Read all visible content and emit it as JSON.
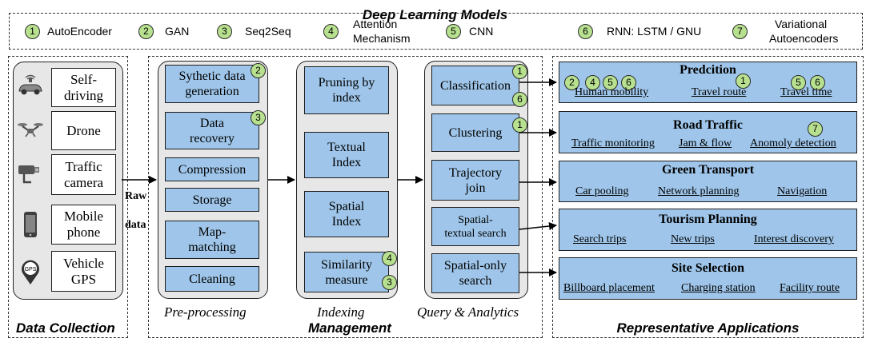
{
  "legend": {
    "title": "Deep Learning Models",
    "items": [
      {
        "num": "1",
        "label": "AutoEncoder"
      },
      {
        "num": "2",
        "label": "GAN"
      },
      {
        "num": "3",
        "label": "Seq2Seq"
      },
      {
        "num": "4",
        "label": "Attention Mechanism",
        "line1": "Attention",
        "line2": "Mechanism"
      },
      {
        "num": "5",
        "label": "CNN"
      },
      {
        "num": "6",
        "label": "RNN: LSTM / GNU"
      },
      {
        "num": "7",
        "label": "Variational Autoencoders",
        "line1": "Variational",
        "line2": "Autoencoders"
      }
    ]
  },
  "data_collection": {
    "caption": "Data Collection",
    "sources": [
      {
        "line1": "Self-",
        "line2": "driving",
        "icon": "self-driving-car-icon"
      },
      {
        "line1": "Drone",
        "line2": "",
        "icon": "drone-icon"
      },
      {
        "line1": "Traffic",
        "line2": "camera",
        "icon": "traffic-camera-icon"
      },
      {
        "line1": "Mobile",
        "line2": "phone",
        "icon": "mobile-phone-icon"
      },
      {
        "line1": "Vehicle",
        "line2": "GPS",
        "icon": "gps-pin-icon"
      }
    ],
    "gps_icon_text": "GPS",
    "raw_label_1": "Raw",
    "raw_label_2": "data"
  },
  "preprocessing": {
    "caption": "Pre-processing",
    "steps": [
      {
        "line1": "Sythetic data",
        "line2": "generation",
        "badges": [
          "2"
        ]
      },
      {
        "line1": "Data",
        "line2": "recovery",
        "badges": [
          "3"
        ]
      },
      {
        "line1": "Compression",
        "line2": "",
        "badges": []
      },
      {
        "line1": "Storage",
        "line2": "",
        "badges": []
      },
      {
        "line1": "Map-",
        "line2": "matching",
        "badges": []
      },
      {
        "line1": "Cleaning",
        "line2": "",
        "badges": []
      }
    ]
  },
  "indexing": {
    "caption_1": "Indexing",
    "caption_2": "Management",
    "steps": [
      {
        "line1": "Pruning by",
        "line2": "index",
        "badges": []
      },
      {
        "line1": "Textual",
        "line2": "Index",
        "badges": []
      },
      {
        "line1": "Spatial",
        "line2": "Index",
        "badges": []
      },
      {
        "line1": "Similarity",
        "line2": "measure",
        "badges": [
          "4",
          "3"
        ]
      }
    ]
  },
  "query": {
    "caption": "Query & Analytics",
    "steps": [
      {
        "line1": "Classification",
        "line2": "",
        "badges": [
          "1",
          "6"
        ]
      },
      {
        "line1": "Clustering",
        "line2": "",
        "badges": [
          "1"
        ]
      },
      {
        "line1": "Trajectory",
        "line2": "join",
        "badges": []
      },
      {
        "line1": "Spatial-",
        "line2": "textual search",
        "badges": []
      },
      {
        "line1": "Spatial-only",
        "line2": "search",
        "badges": []
      }
    ]
  },
  "applications": {
    "caption": "Representative Applications",
    "groups": [
      {
        "title": "Predcition",
        "items": [
          "Human mobility",
          "Travel route",
          "Travel time"
        ],
        "item_badges": [
          [
            "2",
            "4",
            "5",
            "6"
          ],
          [
            "1"
          ],
          [
            "5",
            "6"
          ]
        ]
      },
      {
        "title": "Road Traffic",
        "items": [
          "Traffic monitoring",
          "Jam & flow",
          "Anomoly detection"
        ],
        "item_badges": [
          [],
          [],
          [
            "7"
          ]
        ]
      },
      {
        "title": "Green Transport",
        "items": [
          "Car pooling",
          "Network planning",
          "Navigation"
        ],
        "item_badges": [
          [],
          [],
          []
        ]
      },
      {
        "title": "Tourism Planning",
        "items": [
          "Search trips",
          "New trips",
          "Interest discovery"
        ],
        "item_badges": [
          [],
          [],
          []
        ]
      },
      {
        "title": "Site Selection",
        "items": [
          "Billboard placement",
          "Charging station",
          "Facility route"
        ],
        "item_badges": [
          [],
          [],
          []
        ]
      }
    ]
  },
  "colors": {
    "box_fill": "#9fc6ea",
    "panel_fill": "#e7e7e7",
    "badge_fill": "#b7e08f"
  }
}
